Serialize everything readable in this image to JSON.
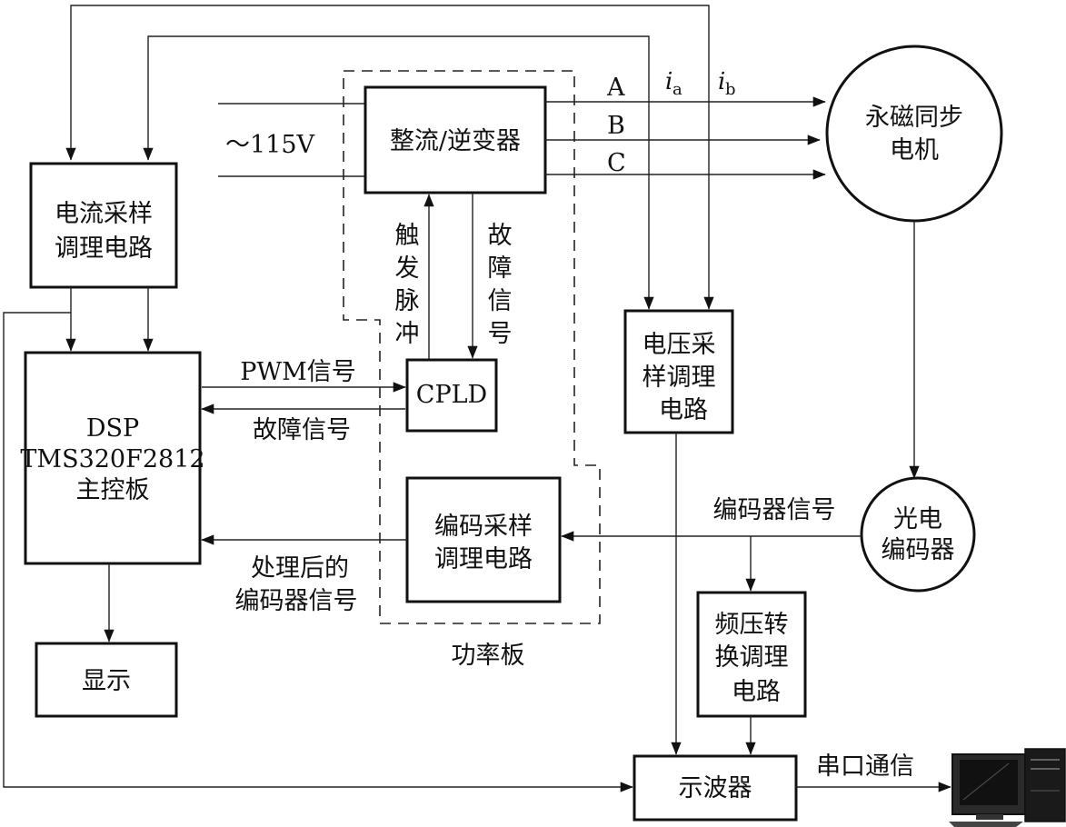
{
  "blocks": {
    "supply": "～115V",
    "rectifier": "整流/逆变器",
    "motor": [
      "永磁同步",
      "电机"
    ],
    "current_sampling": [
      "电流采样",
      "调理电路"
    ],
    "dsp": [
      "DSP",
      "TMS320F2812",
      "主控板"
    ],
    "cpld": "CPLD",
    "voltage_sampling": [
      "电压采",
      "样调理",
      "电路"
    ],
    "encoder": [
      "光电",
      "编码器"
    ],
    "encoder_sampling": [
      "编码采样",
      "调理电路"
    ],
    "freq_volt": [
      "频压转",
      "换调理",
      "电路"
    ],
    "display": "显示",
    "oscilloscope": "示波器",
    "power_board": "功率板"
  },
  "signals": {
    "phase_a": "A",
    "phase_b": "B",
    "phase_c": "C",
    "ia": "i",
    "ia_sub": "a",
    "ib": "i",
    "ib_sub": "b",
    "trigger_pulse": [
      "触",
      "发",
      "脉",
      "冲"
    ],
    "fault_signal_vertical": [
      "故",
      "障",
      "信",
      "号"
    ],
    "pwm": "PWM信号",
    "fault_signal": "故障信号",
    "encoder_signal": "编码器信号",
    "processed_encoder": [
      "处理后的",
      "编码器信号"
    ],
    "serial": "串口通信"
  },
  "icons": {
    "computer": "computer-icon"
  },
  "colors": {
    "line": "#111111",
    "background": "#ffffff"
  }
}
